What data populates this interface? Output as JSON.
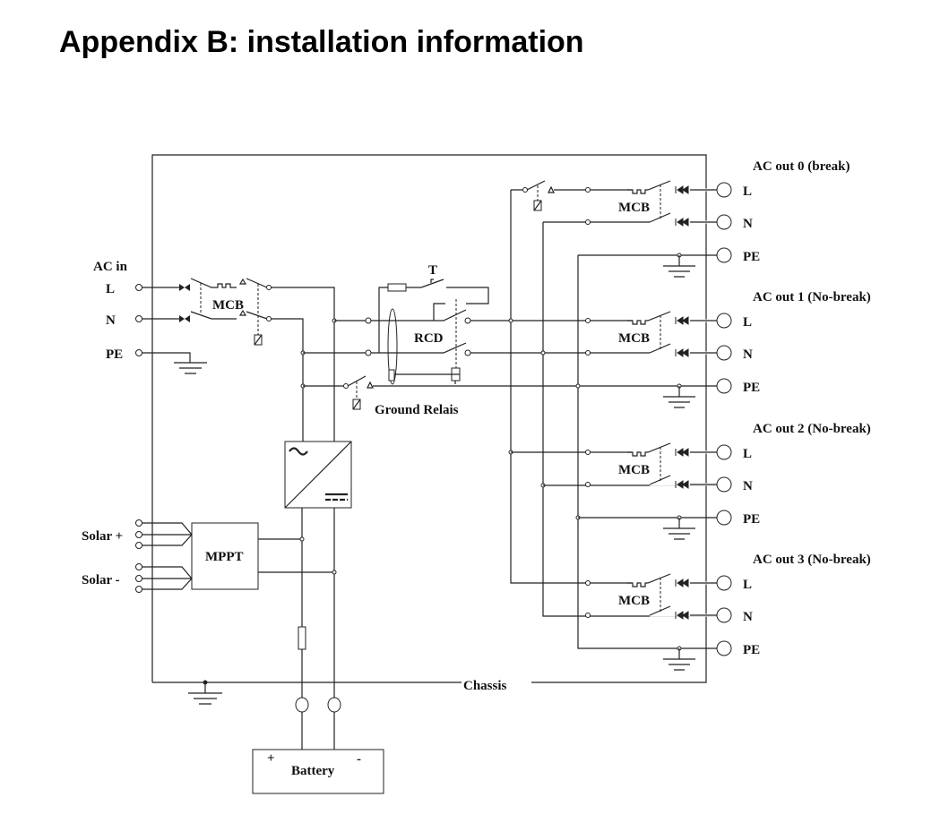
{
  "title": "Appendix B: installation information",
  "diagram": {
    "ac_in": {
      "label": "AC in",
      "L": "L",
      "N": "N",
      "PE": "PE",
      "breaker": "MCB"
    },
    "rcd": "RCD",
    "test_button": "T",
    "ground_relay": "Ground Relais",
    "mppt": "MPPT",
    "solar_plus": "Solar +",
    "solar_minus": "Solar -",
    "chassis": "Chassis",
    "battery": {
      "label": "Battery",
      "plus": "+",
      "minus": "-"
    },
    "outputs": [
      {
        "title": "AC out 0 (break)",
        "L": "L",
        "N": "N",
        "PE": "PE",
        "breaker": "MCB"
      },
      {
        "title": "AC out 1 (No-break)",
        "L": "L",
        "N": "N",
        "PE": "PE",
        "breaker": "MCB"
      },
      {
        "title": "AC out 2 (No-break)",
        "L": "L",
        "N": "N",
        "PE": "PE",
        "breaker": "MCB"
      },
      {
        "title": "AC out 3 (No-break)",
        "L": "L",
        "N": "N",
        "PE": "PE",
        "breaker": "MCB"
      }
    ]
  }
}
